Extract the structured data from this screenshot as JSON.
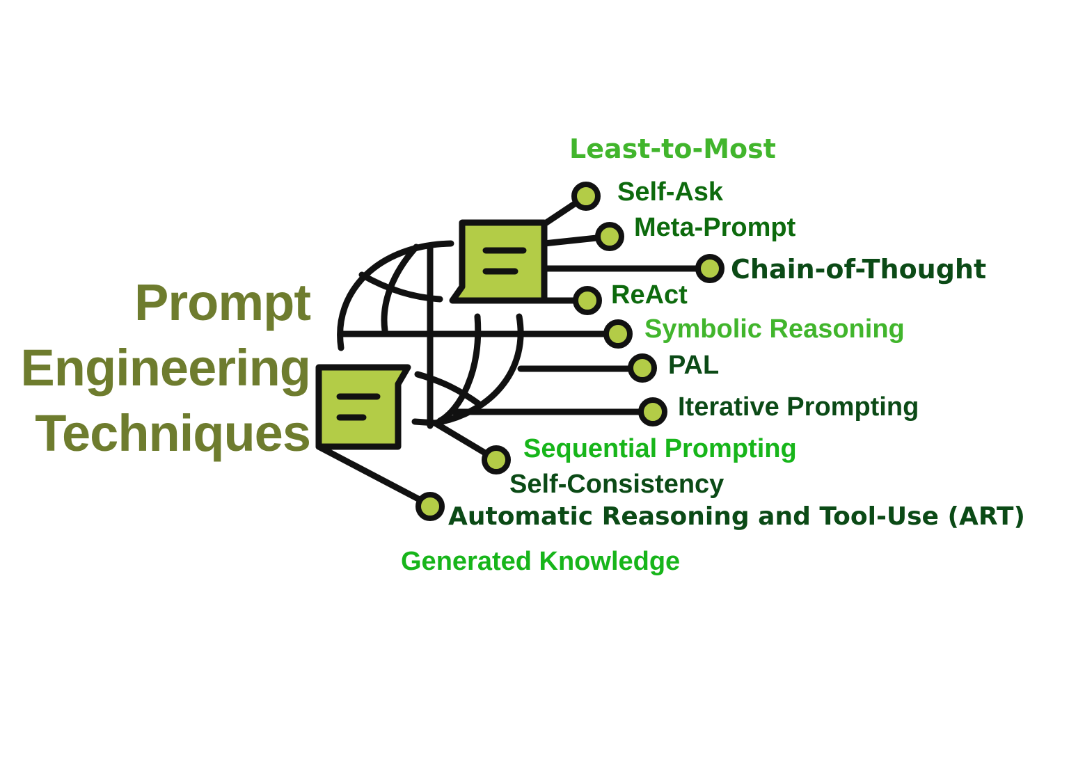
{
  "title": {
    "line1": "Prompt",
    "line2": "Engineering",
    "line3": "Techniques"
  },
  "colors": {
    "title": "#6e7c2e",
    "dark_green": "#0d6a0d",
    "darker_green": "#0b4a16",
    "light_green": "#41b52c",
    "bright_green": "#17b51a",
    "icon_fill": "#b3cc47",
    "stroke": "#111111"
  },
  "techniques": {
    "least_to_most": "Least-to-Most",
    "self_ask": "Self-Ask",
    "meta_prompt": "Meta-Prompt",
    "chain_of_thought": "Chain-of-Thought",
    "react": "ReAct",
    "symbolic_reasoning": "Symbolic Reasoning",
    "pal": "PAL",
    "iterative_prompting": "Iterative Prompting",
    "sequential_prompting": "Sequential Prompting",
    "self_consistency": "Self-Consistency",
    "art": "Automatic Reasoning and Tool-Use (ART)",
    "generated_knowledge": "Generated Knowledge"
  },
  "icons": [
    "globe-icon",
    "document-icon",
    "connector-node-icon"
  ]
}
